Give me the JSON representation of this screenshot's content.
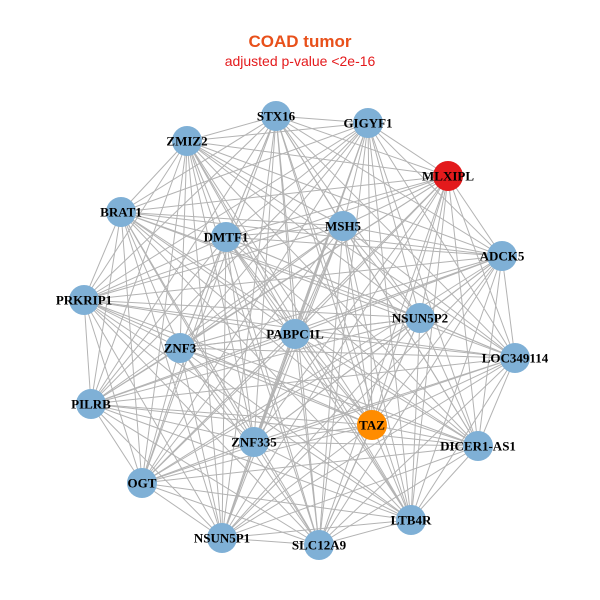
{
  "title": "COAD tumor",
  "subtitle": "adjusted p-value <2e-16",
  "colors": {
    "title": "#e8501a",
    "subtitle": "#e41a1c",
    "default_node": "#7fb0d6",
    "edge": "#b3b3b3"
  },
  "nodes": [
    {
      "id": "STX16",
      "label": "STX16",
      "color": "#7fb0d6"
    },
    {
      "id": "GIGYF1",
      "label": "GIGYF1",
      "color": "#7fb0d6"
    },
    {
      "id": "MLXIPL",
      "label": "MLXIPL",
      "color": "#e31a1c"
    },
    {
      "id": "ZMIZ2",
      "label": "ZMIZ2",
      "color": "#7fb0d6"
    },
    {
      "id": "BRAT1",
      "label": "BRAT1",
      "color": "#7fb0d6"
    },
    {
      "id": "DMTF1",
      "label": "DMTF1",
      "color": "#7fb0d6"
    },
    {
      "id": "MSH5",
      "label": "MSH5",
      "color": "#7fb0d6"
    },
    {
      "id": "ADCK5",
      "label": "ADCK5",
      "color": "#7fb0d6"
    },
    {
      "id": "PRKRIP1",
      "label": "PRKRIP1",
      "color": "#7fb0d6"
    },
    {
      "id": "NSUN5P2",
      "label": "NSUN5P2",
      "color": "#7fb0d6"
    },
    {
      "id": "PABPC1L",
      "label": "PABPC1L",
      "color": "#7fb0d6"
    },
    {
      "id": "ZNF3",
      "label": "ZNF3",
      "color": "#7fb0d6"
    },
    {
      "id": "LOC349114",
      "label": "LOC349114",
      "color": "#7fb0d6"
    },
    {
      "id": "PILRB",
      "label": "PILRB",
      "color": "#7fb0d6"
    },
    {
      "id": "TAZ",
      "label": "TAZ",
      "color": "#ff8c00"
    },
    {
      "id": "ZNF335",
      "label": "ZNF335",
      "color": "#7fb0d6"
    },
    {
      "id": "DICER1-AS1",
      "label": "DICER1-AS1",
      "color": "#7fb0d6"
    },
    {
      "id": "OGT",
      "label": "OGT",
      "color": "#7fb0d6"
    },
    {
      "id": "LTB4R",
      "label": "LTB4R",
      "color": "#7fb0d6"
    },
    {
      "id": "NSUN5P1",
      "label": "NSUN5P1",
      "color": "#7fb0d6"
    },
    {
      "id": "SLC12A9",
      "label": "SLC12A9",
      "color": "#7fb0d6"
    }
  ],
  "edges": "complete"
}
